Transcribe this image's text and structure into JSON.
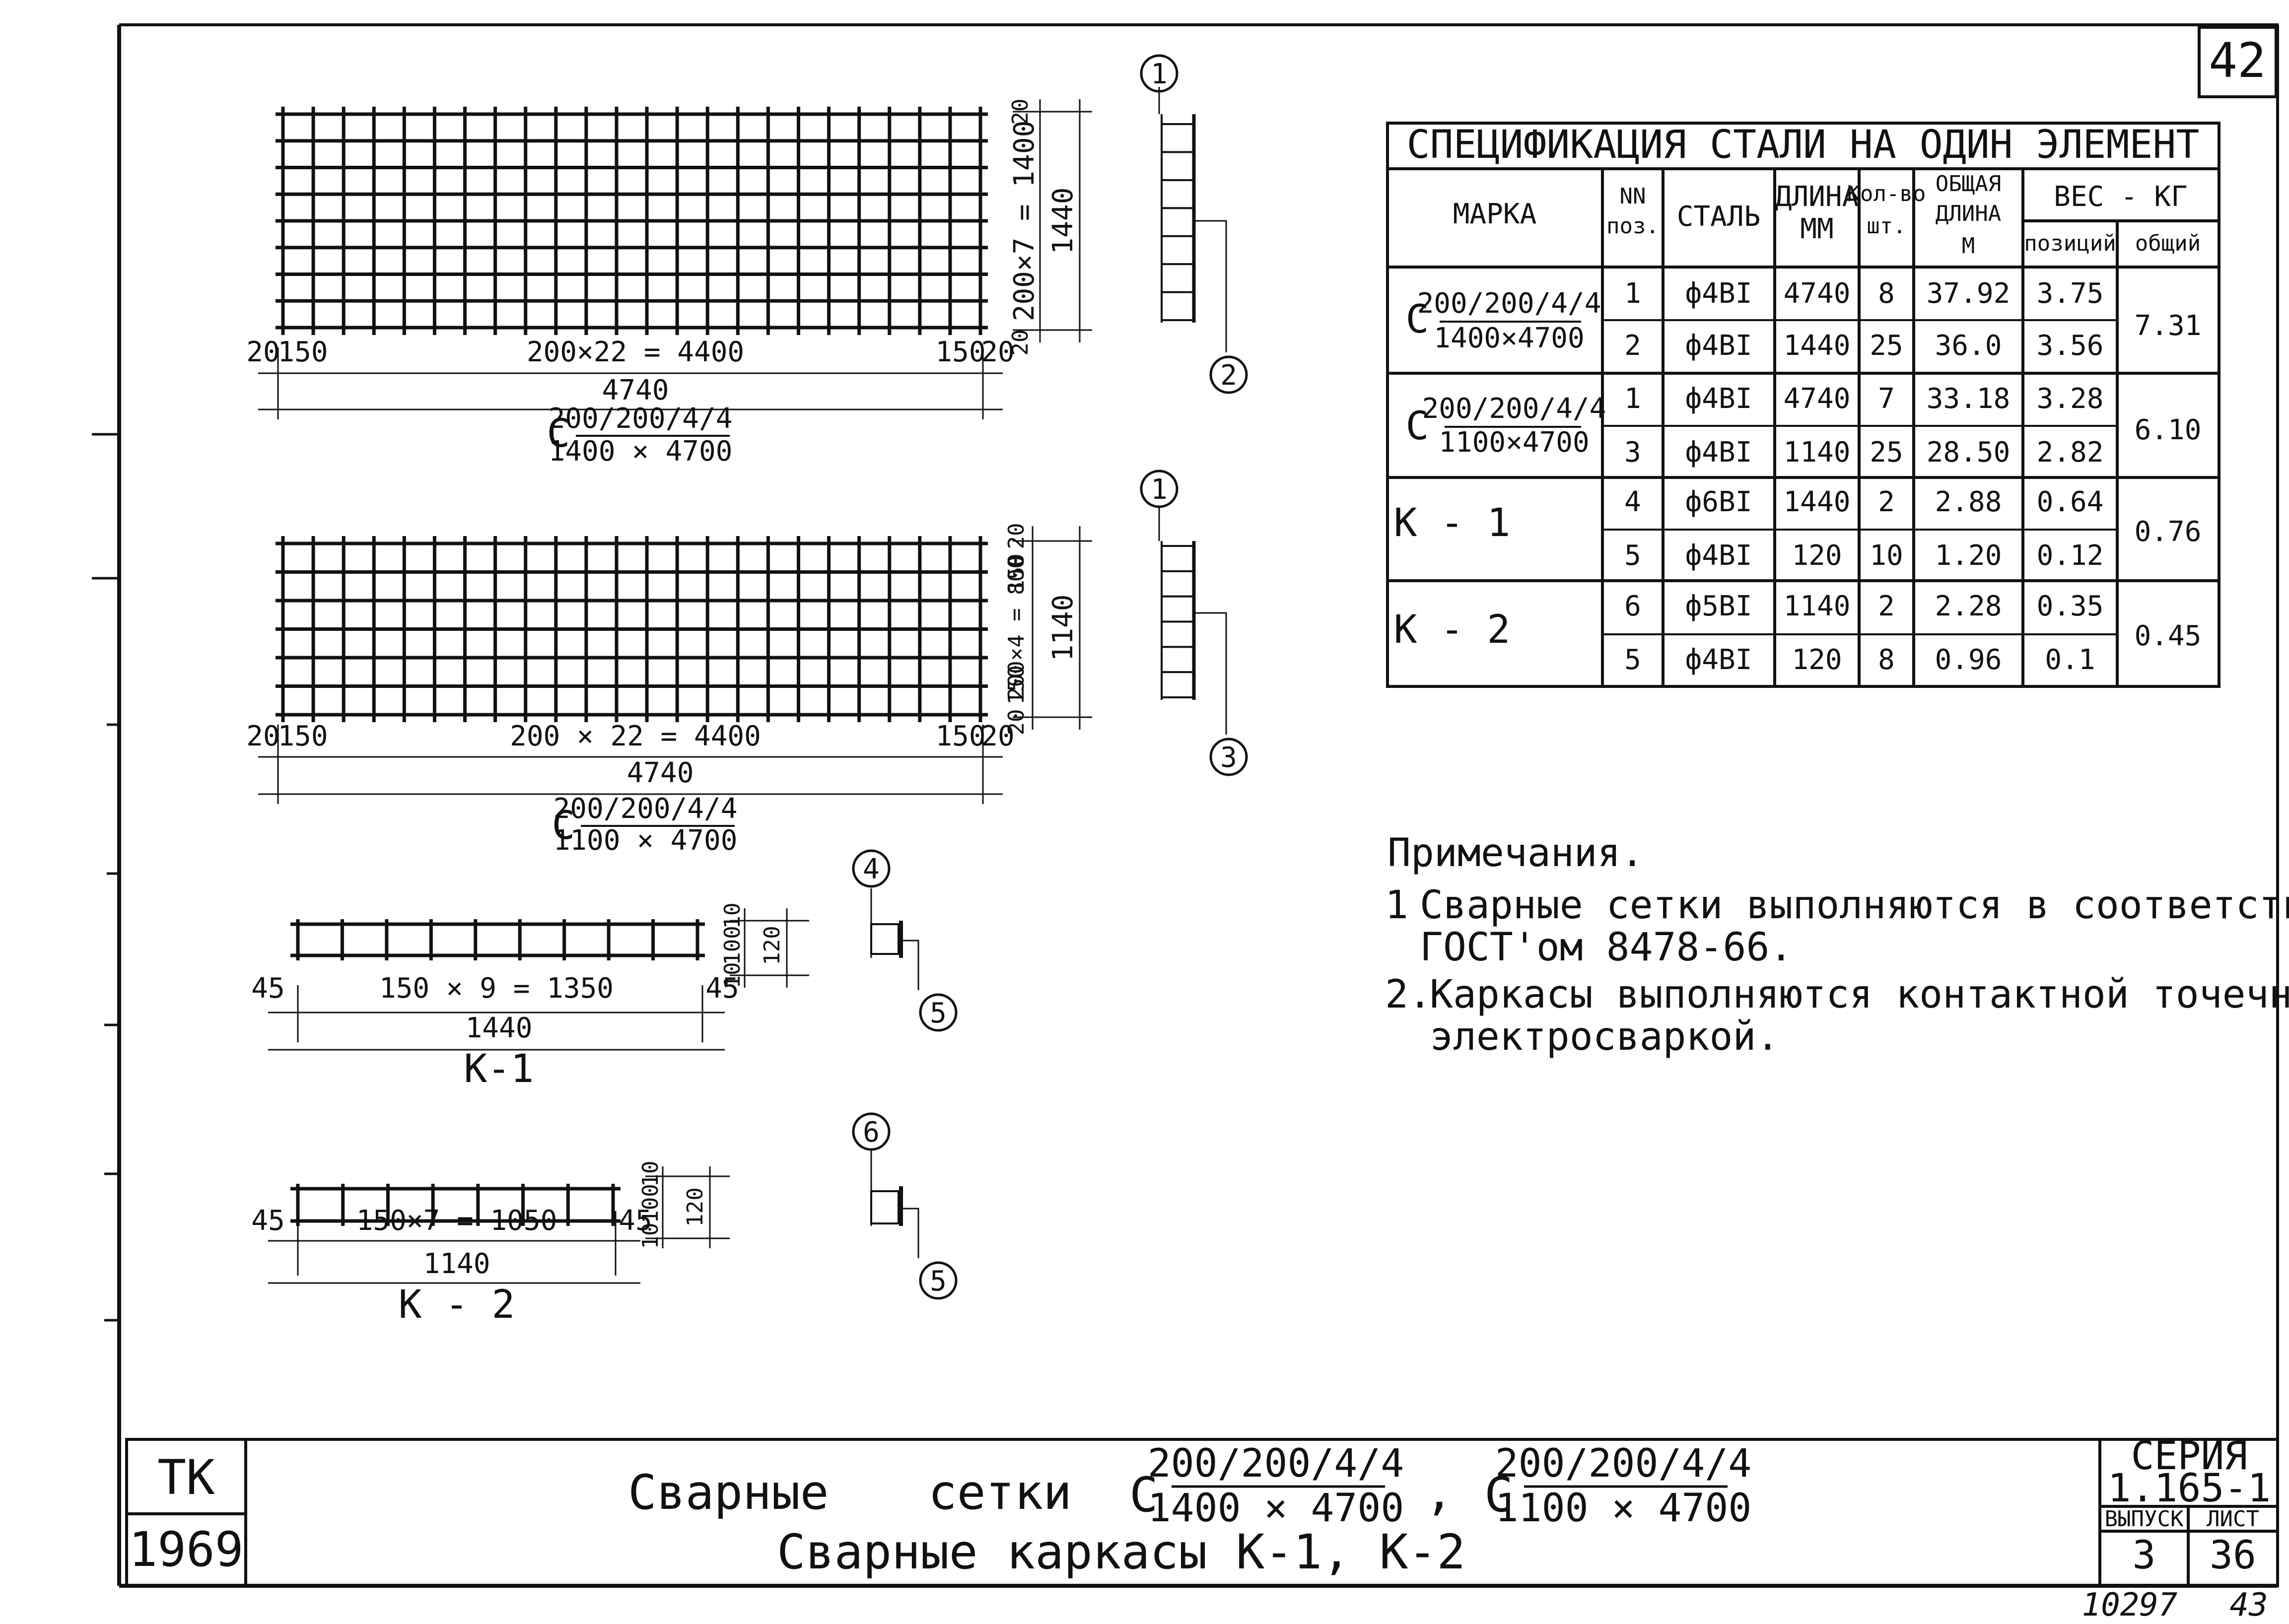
{
  "page_number": "42",
  "handwritten": {
    "left": "10297",
    "right": "43"
  },
  "specification": {
    "title": "СПЕЦИФИКАЦИЯ СТАЛИ НА ОДИН ЭЛЕМЕНТ",
    "headers": {
      "mark": "МАРКА",
      "pos": [
        "NN",
        "поз."
      ],
      "steel": "СТАЛЬ",
      "length": [
        "ДЛИНА",
        "ММ"
      ],
      "qty": [
        "Кол-во",
        "шт."
      ],
      "total_length": [
        "ОБЩАЯ",
        "ДЛИНА",
        "М"
      ],
      "weight": "ВЕС - КГ",
      "weight_pos": "позиций",
      "weight_total": "общий"
    },
    "rows": [
      {
        "mark_prefix": "С",
        "mark_num": "200/200/4/4",
        "mark_den": "1400×4700",
        "items": [
          {
            "pos": "1",
            "steel": "ф4ВI",
            "length": "4740",
            "qty": "8",
            "total": "37.92",
            "weight": "3.75"
          },
          {
            "pos": "2",
            "steel": "ф4ВI",
            "length": "1440",
            "qty": "25",
            "total": "36.0",
            "weight": "3.56"
          }
        ],
        "weight_total": "7.31"
      },
      {
        "mark_prefix": "С",
        "mark_num": "200/200/4/4",
        "mark_den": "1100×4700",
        "items": [
          {
            "pos": "1",
            "steel": "ф4ВI",
            "length": "4740",
            "qty": "7",
            "total": "33.18",
            "weight": "3.28"
          },
          {
            "pos": "3",
            "steel": "ф4ВI",
            "length": "1140",
            "qty": "25",
            "total": "28.50",
            "weight": "2.82"
          }
        ],
        "weight_total": "6.10"
      },
      {
        "mark": "К - 1",
        "items": [
          {
            "pos": "4",
            "steel": "ф6ВI",
            "length": "1440",
            "qty": "2",
            "total": "2.88",
            "weight": "0.64"
          },
          {
            "pos": "5",
            "steel": "ф4ВI",
            "length": "120",
            "qty": "10",
            "total": "1.20",
            "weight": "0.12"
          }
        ],
        "weight_total": "0.76"
      },
      {
        "mark": "К - 2",
        "items": [
          {
            "pos": "6",
            "steel": "ф5ВI",
            "length": "1140",
            "qty": "2",
            "total": "2.28",
            "weight": "0.35"
          },
          {
            "pos": "5",
            "steel": "ф4ВI",
            "length": "120",
            "qty": "8",
            "total": "0.96",
            "weight": "0.1"
          }
        ],
        "weight_total": "0.45"
      }
    ]
  },
  "notes": {
    "title": "Примечания.",
    "items": [
      {
        "num": "1",
        "lines": [
          "Сварные сетки выполняются в соответствии с",
          "ГОСТ'ом 8478-66."
        ]
      },
      {
        "num": "2.",
        "lines": [
          "Каркасы выполняются контактной точечной",
          "электросваркой."
        ]
      }
    ]
  },
  "drawings": {
    "mesh1": {
      "dim_left_edge": "20",
      "dim_left_inner": "150",
      "dim_middle": "200×22 = 4400",
      "dim_right_inner": "150",
      "dim_right_edge": "20",
      "dim_total": "4740",
      "label_prefix": "С",
      "label_num": "200/200/4/4",
      "label_den": "1400 × 4700",
      "v_top": "20",
      "v_mid": "200×7 = 1400",
      "v_total": "1440",
      "v_bot": "20"
    },
    "mesh2": {
      "dim_left_edge": "20",
      "dim_left_inner": "150",
      "dim_middle": "200 × 22 = 4400",
      "dim_right_inner": "150",
      "dim_right_edge": "20",
      "dim_total": "4740",
      "label_prefix": "С",
      "label_num": "200/200/4/4",
      "label_den": "1100 × 4700",
      "v_top": "20",
      "v_top2": "150",
      "v_mid": "200×4 = 800",
      "v_bot2": "150",
      "v_bot": "20",
      "v_total": "1140"
    },
    "frame1": {
      "dim_left": "45",
      "dim_middle": "150 × 9 = 1350",
      "dim_right": "45",
      "dim_total": "1440",
      "label": "К-1",
      "v_a": "10",
      "v_b": "100",
      "v_c": "10",
      "v_total": "120"
    },
    "frame2": {
      "dim_left": "45",
      "dim_middle": "150×7 = 1050",
      "dim_right": "45",
      "dim_total": "1140",
      "label": "К - 2",
      "v_a": "10",
      "v_b": "100",
      "v_c": "10",
      "v_total": "120"
    },
    "callouts": {
      "s1a": "1",
      "s1b": "2",
      "s2a": "1",
      "s2b": "3",
      "s3a": "4",
      "s3b": "5",
      "s4a": "6",
      "s4b": "5"
    }
  },
  "title_block": {
    "org": "ТК",
    "year": "1969",
    "title_line1_word1": "Сварные",
    "title_line1_word2": "сетки",
    "m1_prefix": "С",
    "m1_num": "200/200/4/4",
    "m1_den": "1400 × 4700",
    "comma": ",",
    "m2_prefix": "С",
    "m2_num": "200/200/4/4",
    "m2_den": "1100 × 4700",
    "title_line2": "Сварные каркасы К-1, К-2",
    "series_label": "СЕРИЯ",
    "series_value": "1.165-1",
    "issue_label": "ВЫПУСК",
    "issue_value": "3",
    "sheet_label": "ЛИСТ",
    "sheet_value": "36"
  }
}
